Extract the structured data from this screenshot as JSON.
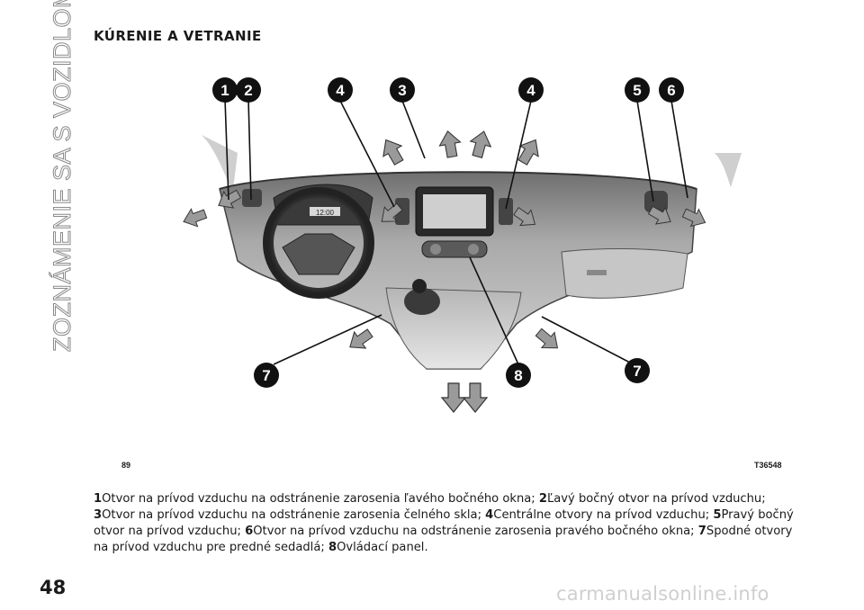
{
  "side_tab": {
    "text": "ZOZNÁMENIE SA S VOZIDLOM"
  },
  "section": {
    "title": "KÚRENIE A VETRANIE"
  },
  "figure": {
    "number": "89",
    "code": "T36548",
    "callouts": [
      {
        "label": "1"
      },
      {
        "label": "2"
      },
      {
        "label": "4"
      },
      {
        "label": "3"
      },
      {
        "label": "4"
      },
      {
        "label": "5"
      },
      {
        "label": "6"
      },
      {
        "label": "7"
      },
      {
        "label": "8"
      },
      {
        "label": "7"
      }
    ],
    "display_text": "12:00"
  },
  "caption": {
    "items": [
      {
        "num": "1",
        "text": "Otvor na prívod vzduchu na odstránenie zarosenia ľavého bočného okna;"
      },
      {
        "num": "2",
        "text": "Ľavý bočný otvor na prívod vzduchu;"
      },
      {
        "num": "3",
        "text": "Otvor na prívod vzduchu na odstránenie zarosenia čelného skla;"
      },
      {
        "num": "4",
        "text": "Centrálne otvory na prívod vzduchu;"
      },
      {
        "num": "5",
        "text": "Pravý bočný otvor na prívod vzduchu;"
      },
      {
        "num": "6",
        "text": "Otvor na prívod vzduchu na odstránenie zarosenia pravého bočného okna;"
      },
      {
        "num": "7",
        "text": "Spodné otvory na prívod vzduchu pre predné sedadlá;"
      },
      {
        "num": "8",
        "text": "Ovládací panel."
      }
    ]
  },
  "page": {
    "number": "48"
  },
  "watermark": {
    "text": "carmanualsonline.info"
  }
}
